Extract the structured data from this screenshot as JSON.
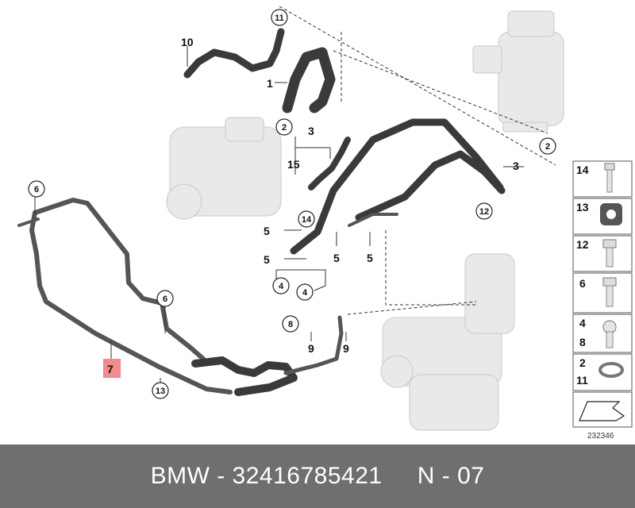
{
  "callouts": {
    "c1": "1",
    "c2a": "2",
    "c2b": "2",
    "c3a": "3",
    "c3b": "3",
    "c4a": "4",
    "c4b": "4",
    "c5a": "5",
    "c5b": "5",
    "c5c": "5",
    "c5d": "5",
    "c6a": "6",
    "c6b": "6",
    "c7": "7",
    "c8": "8",
    "c9a": "9",
    "c9b": "9",
    "c10": "10",
    "c11": "11",
    "c12": "12",
    "c13": "13",
    "c14": "14",
    "c15": "15"
  },
  "side_panel": {
    "row1": "14",
    "row2": "13",
    "row3": "12",
    "row4": "6",
    "row5a": "4",
    "row5b": "8",
    "row6a": "2",
    "row6b": "11"
  },
  "diagram_number": "232346",
  "footer": {
    "text": "BMW - 32416785421     N - 07"
  },
  "colors": {
    "footer_bg": "#6f6f6f",
    "highlight_7": "#f28b8b",
    "hose": "#3a3a3a"
  }
}
